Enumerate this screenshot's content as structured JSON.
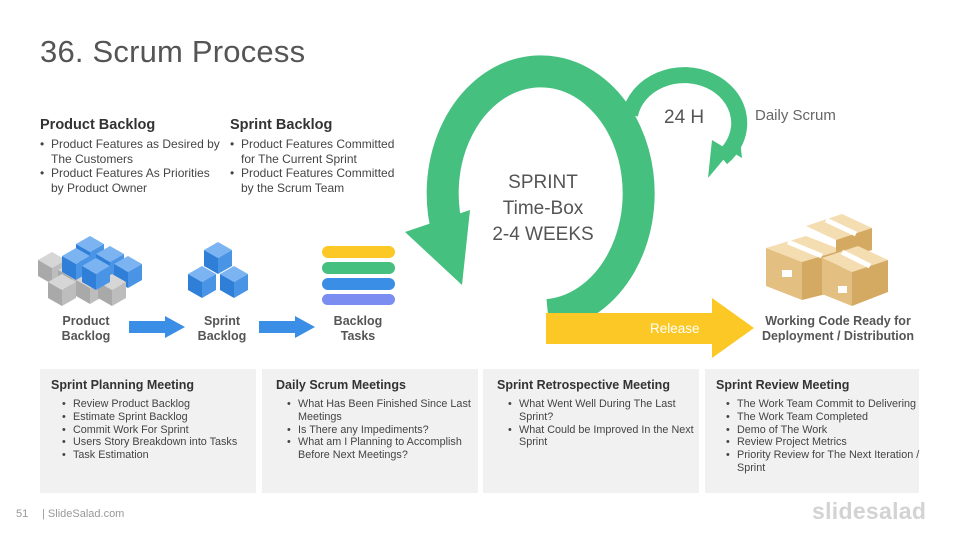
{
  "slide": {
    "title": "36. Scrum Process",
    "page_number": "51",
    "site": "| SlideSalad.com",
    "brand": "slidesalad"
  },
  "product_backlog": {
    "heading": "Product Backlog",
    "items": [
      "Product Features as Desired by The Customers",
      "Product Features As Priorities by Product Owner"
    ]
  },
  "sprint_backlog": {
    "heading": "Sprint Backlog",
    "items": [
      "Product Features Committed for The Current Sprint",
      "Product Features Committed by the Scrum Team"
    ]
  },
  "flow": {
    "product_backlog": "Product Backlog",
    "sprint_backlog": "Sprint Backlog",
    "backlog_tasks": "Backlog Tasks",
    "working_code": "Working Code Ready for Deployment / Distribution",
    "release": "Release"
  },
  "sprint": {
    "line1": "SPRINT",
    "line2": "Time-Box",
    "line3": "2-4 WEEKS"
  },
  "daily": {
    "hours": "24 H",
    "label": "Daily Scrum"
  },
  "colors": {
    "green": "#45c07f",
    "yellow": "#fbc825",
    "blue": "#3b8ee5",
    "card_bg": "#f1f1f1"
  },
  "cards": [
    {
      "heading": "Sprint Planning Meeting",
      "items": [
        "Review Product Backlog",
        "Estimate Sprint Backlog",
        "Commit Work For Sprint",
        "Users Story Breakdown into Tasks",
        "Task Estimation"
      ]
    },
    {
      "heading": "Daily Scrum Meetings",
      "items": [
        "What Has Been Finished Since Last Meetings",
        "Is There any Impediments?",
        "What am I Planning to Accomplish Before Next Meetings?"
      ]
    },
    {
      "heading": "Sprint Retrospective Meeting",
      "items": [
        "What Went Well During The Last Sprint?",
        "What Could be Improved In the Next Sprint"
      ]
    },
    {
      "heading": "Sprint Review Meeting",
      "items": [
        "The Work Team Commit to Delivering",
        "The Work Team Completed",
        "Demo of The Work",
        "Review Project Metrics",
        "Priority Review for The Next Iteration / Sprint"
      ]
    }
  ]
}
